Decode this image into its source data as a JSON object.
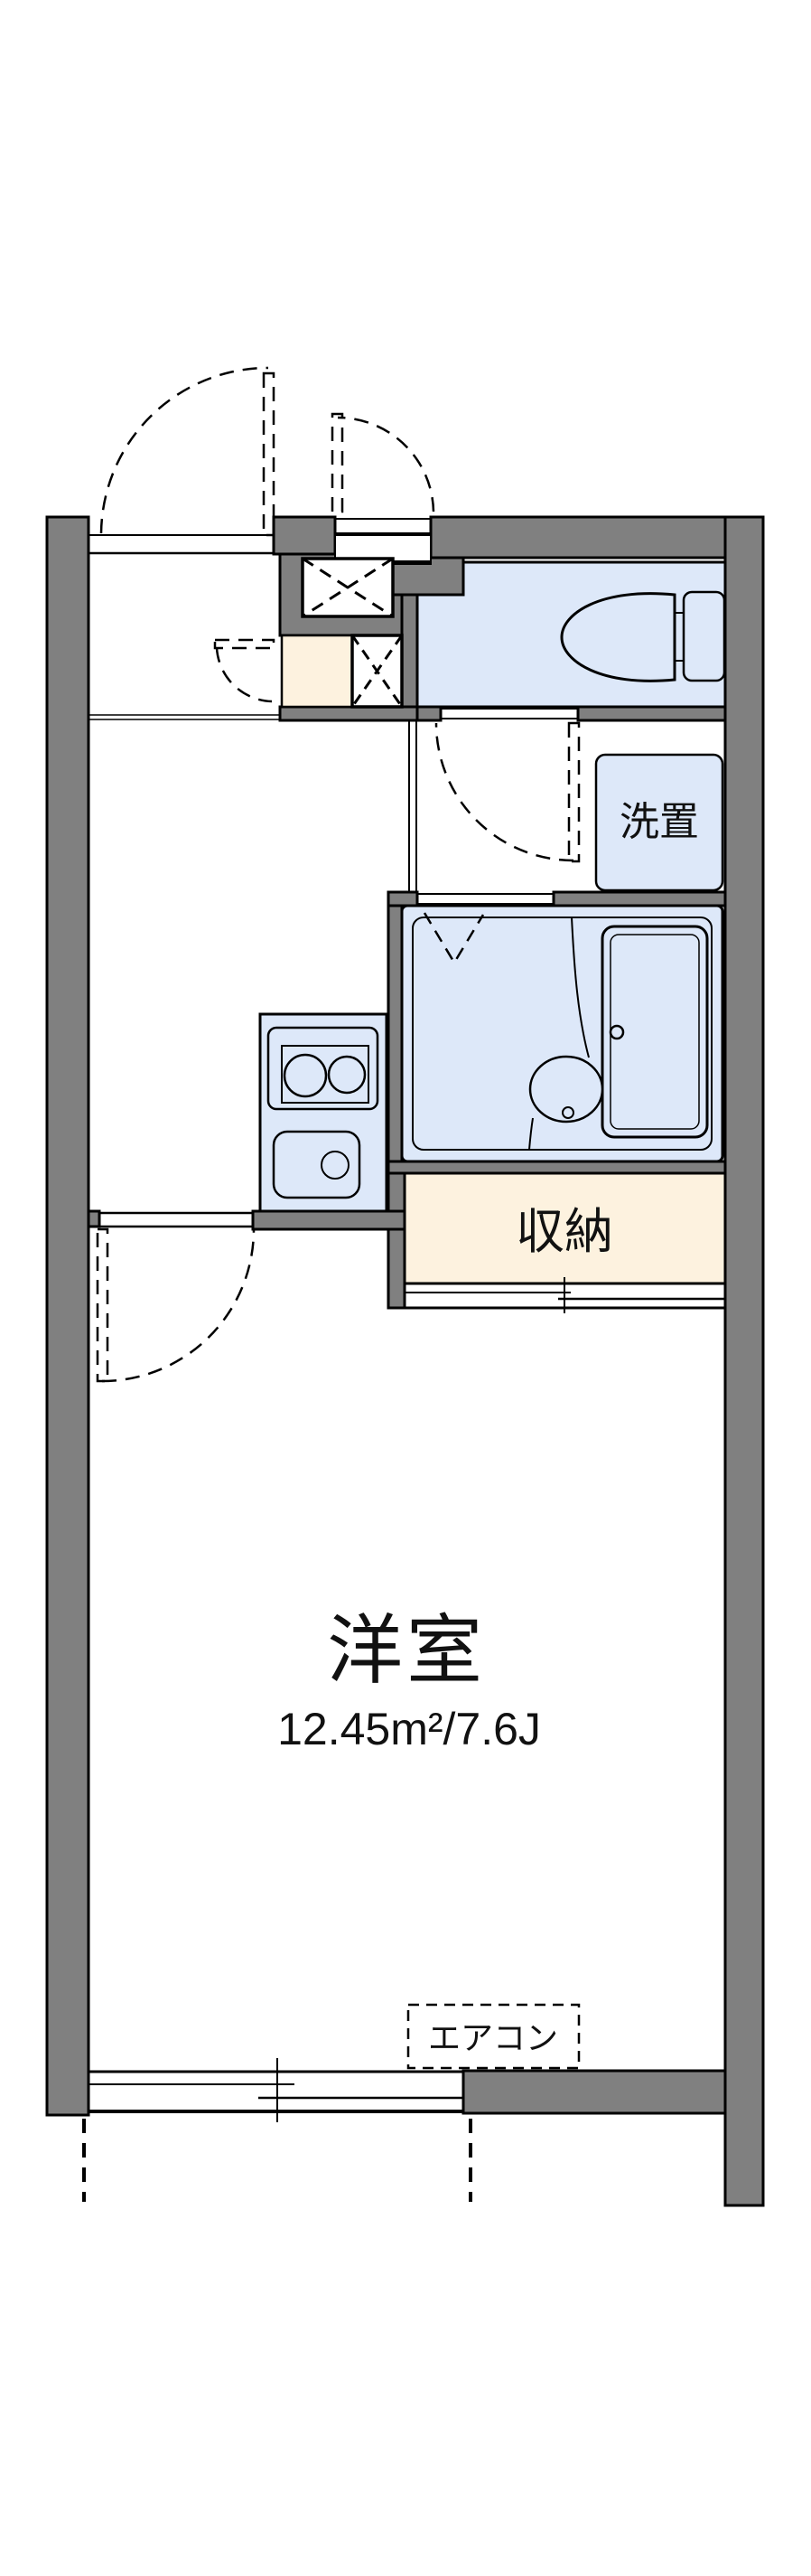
{
  "floorplan": {
    "type": "japanese-apartment-floorplan",
    "rooms": {
      "western_room": {
        "label": "洋室",
        "area_label": "12.45m²/7.6J"
      },
      "laundry": {
        "label": "洗置"
      },
      "closet": {
        "label": "収納"
      },
      "aircon": {
        "label": "エアコン"
      }
    },
    "colors": {
      "wall_fill": "#808080",
      "outline": "#000000",
      "wet_area_fill": "#dde8f9",
      "storage_fill": "#fdf2df",
      "background": "#ffffff"
    }
  }
}
